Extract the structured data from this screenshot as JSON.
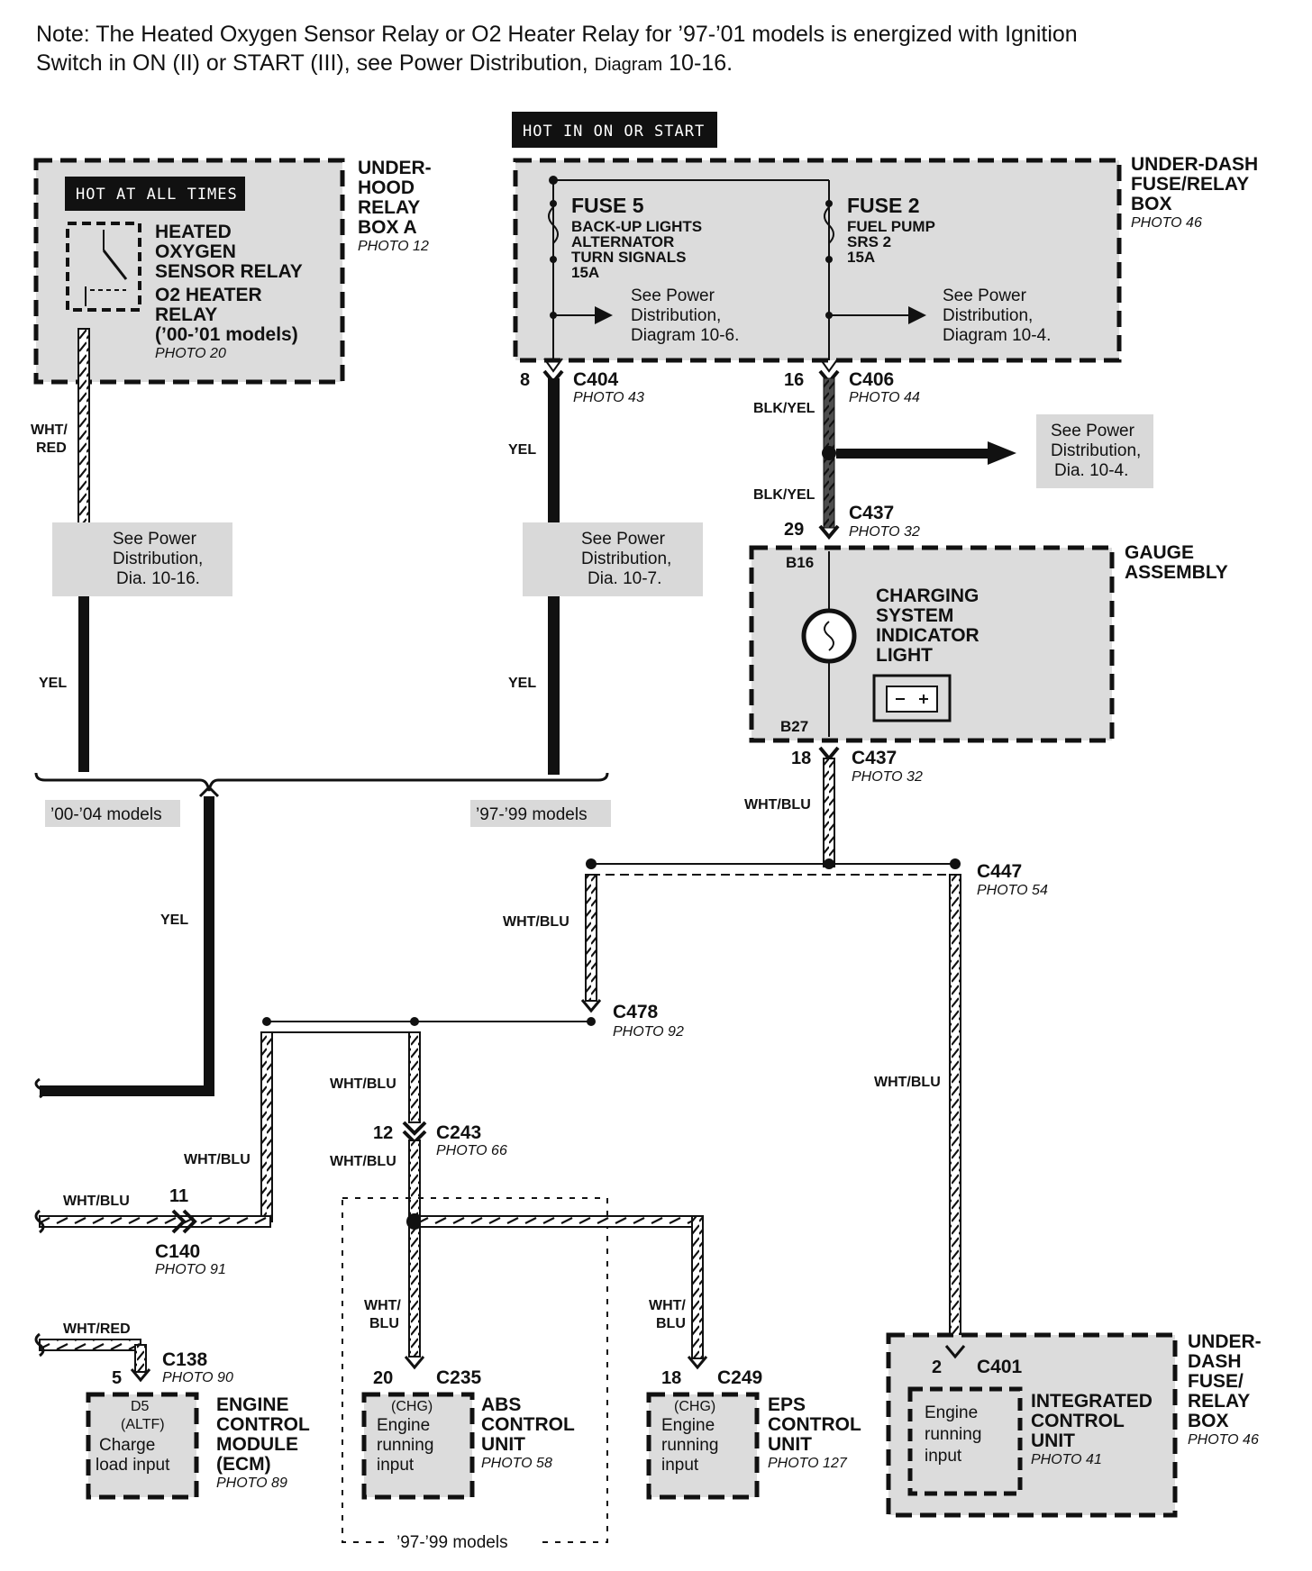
{
  "note": {
    "line1": "Note: The Heated Oxygen Sensor Relay or O2 Heater Relay for ’97-’01 models is energized with Ignition",
    "line2": "Switch in ON (II) or START (III), see Power Distribution,",
    "line2_small": "Diagram",
    "line2_end": "10-16."
  },
  "banners": {
    "hot_on_start": "HOT IN ON OR START",
    "hot_all_times": "HOT AT ALL TIMES"
  },
  "under_hood_box": {
    "name": [
      "UNDER-",
      "HOOD",
      "RELAY",
      "BOX A"
    ],
    "photo": "PHOTO 12",
    "relay_lines": [
      "HEATED",
      "OXYGEN",
      "SENSOR RELAY",
      "O2 HEATER",
      "RELAY",
      "(’00-’01 models)"
    ],
    "relay_photo": "PHOTO 20"
  },
  "under_dash_box": {
    "name": [
      "UNDER-DASH",
      "FUSE/RELAY",
      "BOX"
    ],
    "photo": "PHOTO 46",
    "fuse5": {
      "title": "FUSE 5",
      "lines": [
        "BACK-UP LIGHTS",
        "ALTERNATOR",
        "TURN SIGNALS",
        "15A"
      ]
    },
    "fuse2": {
      "title": "FUSE 2",
      "lines": [
        "FUEL PUMP",
        "SRS 2",
        "15A"
      ]
    },
    "ref_left": [
      "See Power",
      "Distribution,",
      "Diagram 10-6."
    ],
    "ref_right": [
      "See Power",
      "Distribution,",
      "Diagram 10-4."
    ]
  },
  "connectors": {
    "c404": {
      "pin": "8",
      "name": "C404",
      "photo": "PHOTO 43"
    },
    "c406": {
      "pin": "16",
      "name": "C406",
      "photo": "PHOTO 44"
    },
    "c437_top": {
      "pin": "29",
      "name": "C437",
      "photo": "PHOTO 32"
    },
    "c437_bottom": {
      "pin": "18",
      "name": "C437",
      "photo": "PHOTO 32"
    },
    "c447": {
      "name": "C447",
      "photo": "PHOTO 54"
    },
    "c478": {
      "name": "C478",
      "photo": "PHOTO 92"
    },
    "c243": {
      "pin": "12",
      "name": "C243",
      "photo": "PHOTO 66"
    },
    "c140": {
      "pin": "11",
      "name": "C140",
      "photo": "PHOTO 91"
    },
    "c138": {
      "pin": "5",
      "name": "C138",
      "photo": "PHOTO 90"
    },
    "c235": {
      "pin": "20",
      "name": "C235"
    },
    "c249": {
      "pin": "18",
      "name": "C249"
    },
    "c401": {
      "pin": "2",
      "name": "C401"
    }
  },
  "wires": {
    "wht_red": [
      "WHT/",
      "RED"
    ],
    "yel": "YEL",
    "blk_yel": "BLK/YEL",
    "wht_blu": "WHT/BLU",
    "wht_blu_split": [
      "WHT/",
      "BLU"
    ],
    "wht_red_single": "WHT/RED"
  },
  "refs": {
    "left": [
      "See Power",
      "Distribution,",
      "Dia. 10-16."
    ],
    "middle": [
      "See Power",
      "Distribution,",
      "Dia. 10-7."
    ],
    "right": [
      "See Power",
      "Distribution,",
      "Dia. 10-4."
    ]
  },
  "gauge": {
    "name": [
      "GAUGE",
      "ASSEMBLY"
    ],
    "pin_top": "B16",
    "pin_bottom": "B27",
    "light_lines": [
      "CHARGING",
      "SYSTEM",
      "INDICATOR",
      "LIGHT"
    ]
  },
  "model_labels": {
    "new": "’00-’04 models",
    "old": "’97-’99 models",
    "old_bottom": "’97-’99 models"
  },
  "ecm": {
    "pin_lines": [
      "D5",
      "(ALTF)",
      "Charge",
      "load input"
    ],
    "name": [
      "ENGINE",
      "CONTROL",
      "MODULE",
      "(ECM)"
    ],
    "photo": "PHOTO 89"
  },
  "abs": {
    "pin_lines": [
      "(CHG)",
      "Engine",
      "running",
      "input"
    ],
    "name": [
      "ABS",
      "CONTROL",
      "UNIT"
    ],
    "photo": "PHOTO 58"
  },
  "eps": {
    "pin_lines": [
      "(CHG)",
      "Engine",
      "running",
      "input"
    ],
    "name": [
      "EPS",
      "CONTROL",
      "UNIT"
    ],
    "photo": "PHOTO 127"
  },
  "icu": {
    "pin_lines": [
      "Engine",
      "running",
      "input"
    ],
    "name": [
      "INTEGRATED",
      "CONTROL",
      "UNIT"
    ],
    "photo": "PHOTO 41",
    "box_name": [
      "UNDER-",
      "DASH",
      "FUSE/",
      "RELAY",
      "BOX"
    ],
    "box_photo": "PHOTO 46"
  }
}
